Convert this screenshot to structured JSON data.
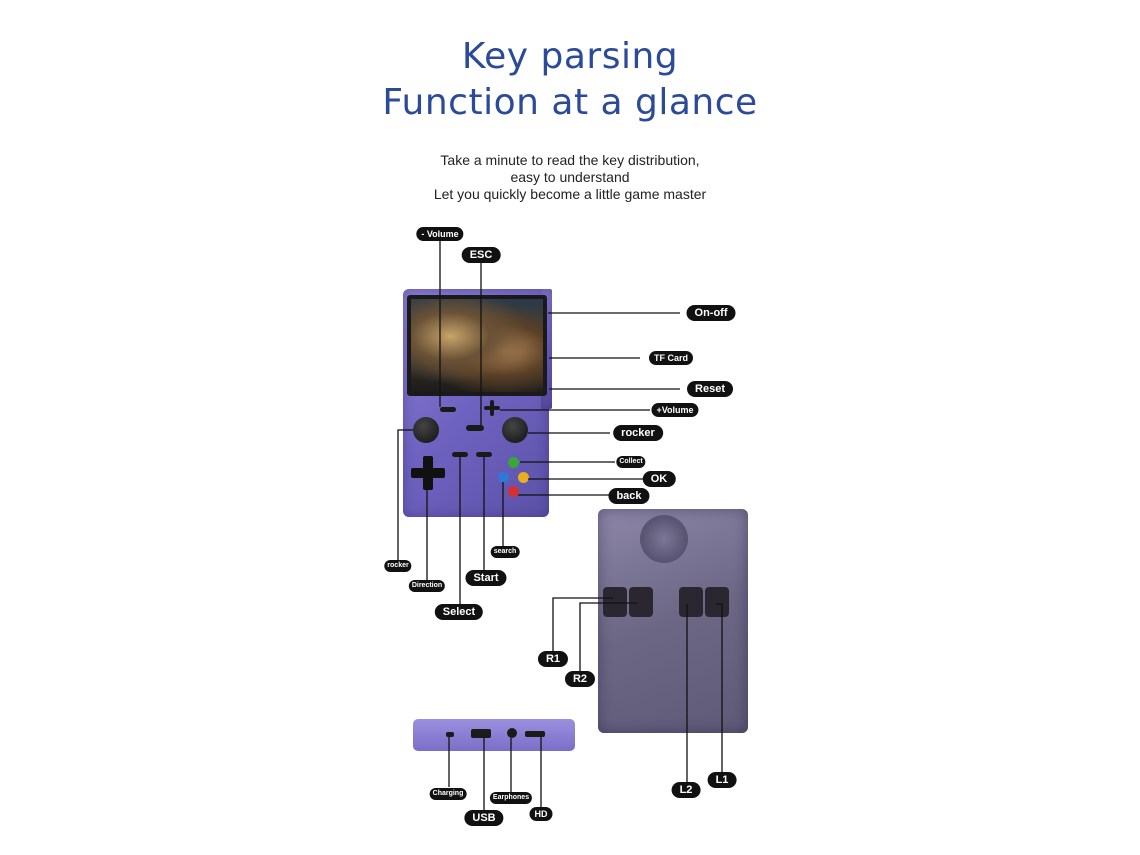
{
  "title": {
    "line1": "Key parsing",
    "line2": "Function at a glance"
  },
  "subtitle": {
    "line1": "Take a minute to read the key distribution,",
    "line2": "easy to understand",
    "line3": "Let you quickly become a little game master"
  },
  "labels": {
    "volume_minus": "- Volume",
    "esc": "ESC",
    "on_off": "On-off",
    "tf_card": "TF Card",
    "reset": "Reset",
    "volume_plus": "+Volume",
    "rocker_right": "rocker",
    "collect": "Collect",
    "ok": "OK",
    "back": "back",
    "search": "search",
    "start": "Start",
    "select": "Select",
    "direction": "Direction",
    "rocker_left": "rocker",
    "r1": "R1",
    "r2": "R2",
    "l2": "L2",
    "l1": "L1",
    "charging": "Charging",
    "usb": "USB",
    "earphones": "Earphones",
    "hd": "HD"
  },
  "colors": {
    "title": "#2b4a9a",
    "device_purple": "#6e62c0",
    "tag_bg": "#111111",
    "button_green": "#3aa63a",
    "button_yellow": "#e8b020",
    "button_blue": "#2f78d8",
    "button_red": "#d83030"
  }
}
